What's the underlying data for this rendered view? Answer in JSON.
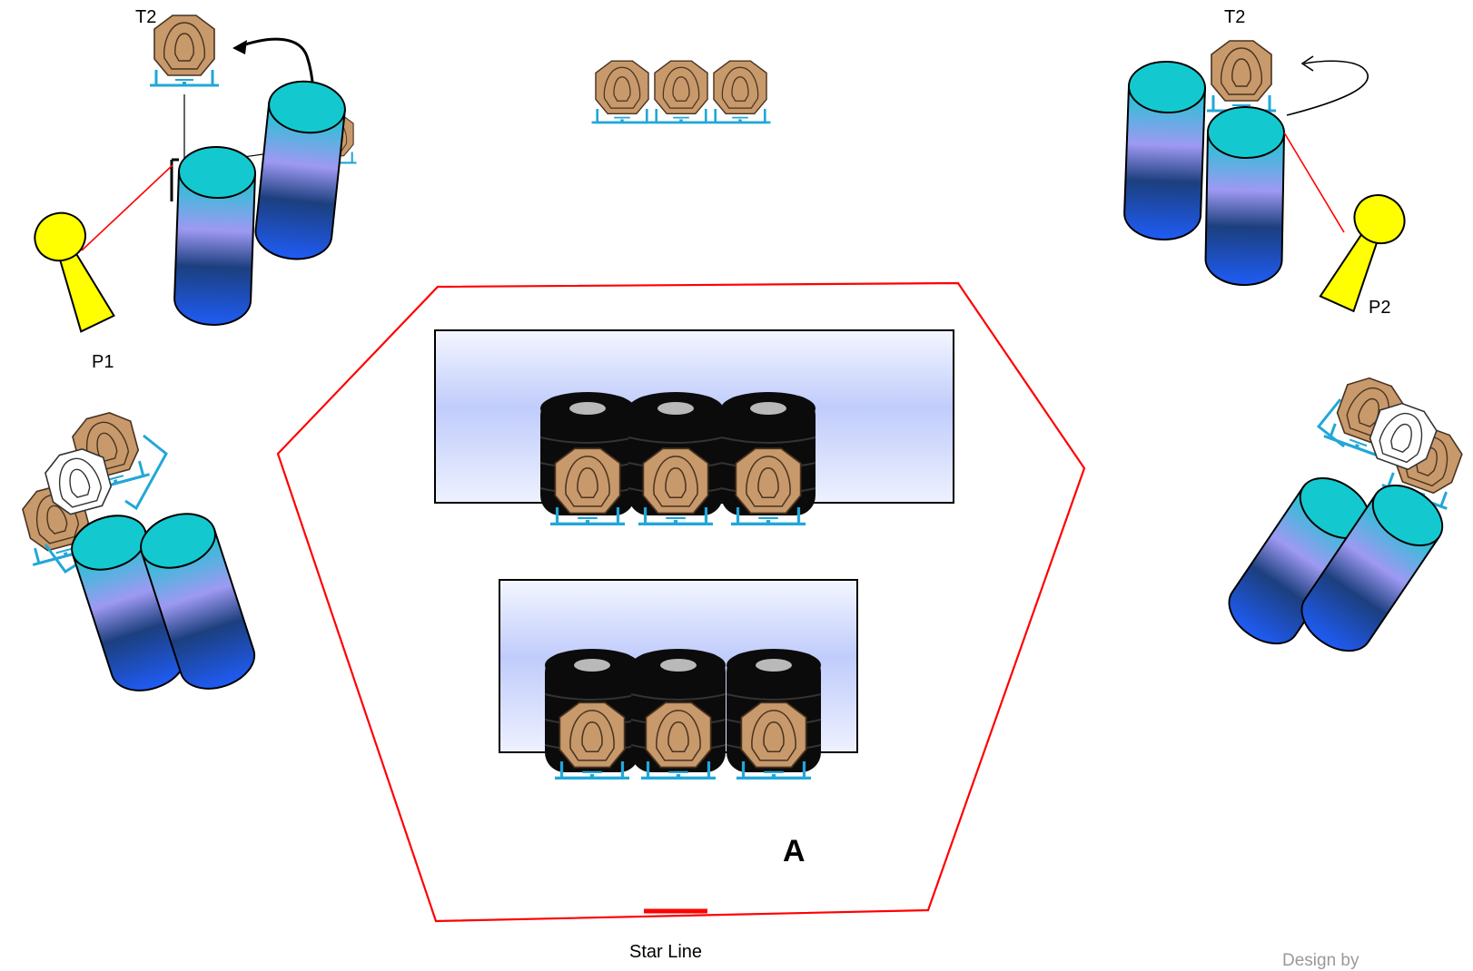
{
  "labels": {
    "t2_left": "T2",
    "t2_right": "T2",
    "p1": "P1",
    "p2": "P2",
    "area": "A",
    "start_line": "Star Line",
    "credit": "Design by"
  },
  "colors": {
    "target_fill": "#c7996b",
    "target_stroke": "#4a3320",
    "stand": "#22a7d8",
    "fault_line": "#ff0000",
    "barrel_top": "#13c9cf",
    "barrel_mid": "#9e99f2",
    "barrel_dark": "#1c3f7e",
    "barrel_bottom": "#1f5cf6",
    "wall_light": "#f4f6ff",
    "wall_blue": "#c0ccfb",
    "tire": "#0b0b0b",
    "tire_hub": "#b9b9b9",
    "popper": "#ffff00",
    "no_shoot": "#ffffff"
  },
  "icons": [
    "paper-target-icon",
    "barrel-icon",
    "tire-stack-icon",
    "popper-icon",
    "no-shoot-target-icon",
    "swinger-arrow-icon"
  ]
}
